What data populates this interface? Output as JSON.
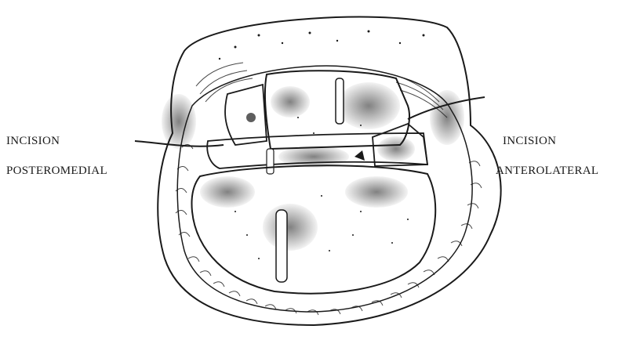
{
  "labels": {
    "left_line1": "INCISION",
    "left_line2": "POSTEROMEDIAL",
    "right_line1": "INCISION",
    "right_line2": "ANTEROLATERAL"
  },
  "colors": {
    "ink": "#1a1a1a",
    "paper": "#ffffff"
  }
}
